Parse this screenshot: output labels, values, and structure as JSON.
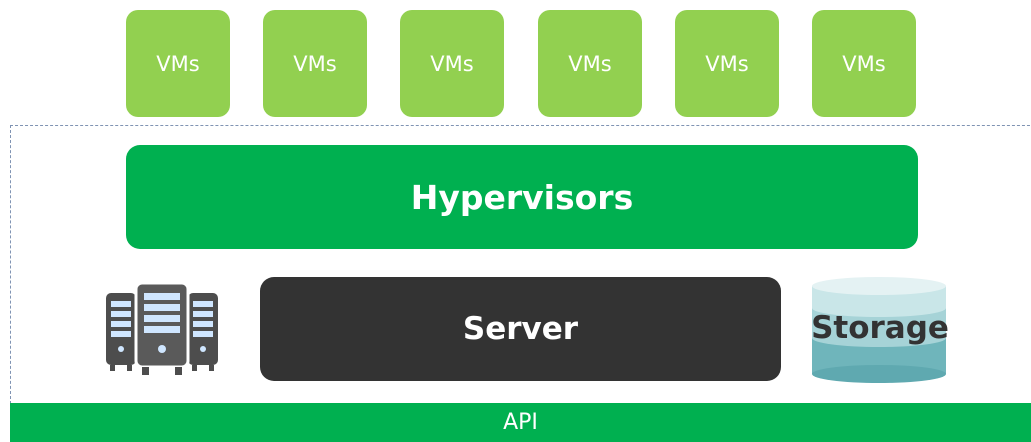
{
  "vms": [
    {
      "label": "VMs"
    },
    {
      "label": "VMs"
    },
    {
      "label": "VMs"
    },
    {
      "label": "VMs"
    },
    {
      "label": "VMs"
    },
    {
      "label": "VMs"
    }
  ],
  "hypervisor": {
    "label": "Hypervisors"
  },
  "server": {
    "label": "Server",
    "icon": "server-rack-icon"
  },
  "storage": {
    "label": "Storage",
    "icon": "storage-cylinder-icon"
  },
  "api": {
    "label": "API"
  },
  "colors": {
    "vm_fill": "#92d050",
    "hypervisor_fill": "#00b050",
    "server_fill": "#333333",
    "api_fill": "#00b050",
    "storage_top": "#d9ecef",
    "storage_body": "#6fb5bb",
    "frame_border": "#7f93b3"
  }
}
